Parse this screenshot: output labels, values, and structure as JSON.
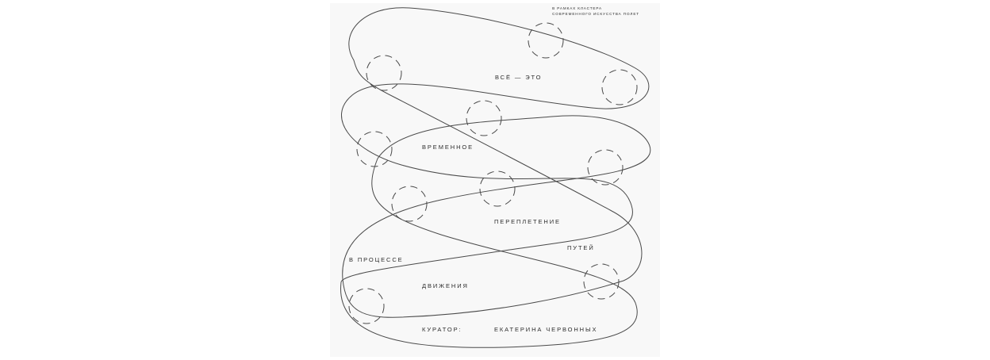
{
  "header": {
    "line1": "В РАМКАХ КЛАСТЕРА",
    "line2": "СОВРЕМЕННОГО ИСКУССТВА ПОЛЕТ"
  },
  "words": {
    "vse_eto": "ВСЁ — ЭТО",
    "vremennoe": "ВРЕМЕННОЕ",
    "perepletenie": "ПЕРЕПЛЕТЕНИЕ",
    "putey": "ПУТЕЙ",
    "v_processe": "В ПРОЦЕССЕ",
    "dvizheniya": "ДВИЖЕНИЯ"
  },
  "credits": {
    "curator_label": "КУРАТОР:",
    "curator_name": "ЕКАТЕРИНА ЧЕРВОННЫХ"
  },
  "colors": {
    "background": "#f8f8f8",
    "line": "#4a4a4a",
    "text": "#2d2d2d"
  }
}
